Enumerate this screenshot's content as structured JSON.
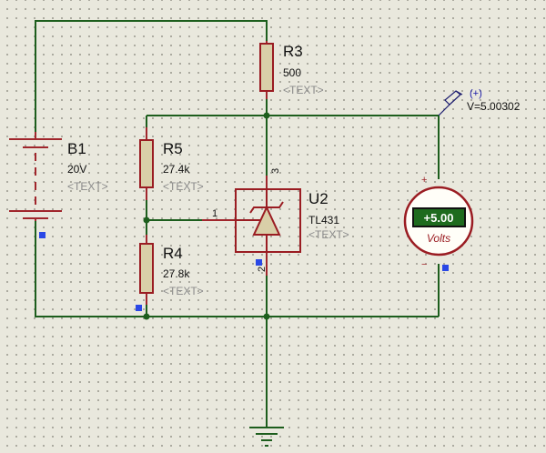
{
  "colors": {
    "wire": "#1d5e1d",
    "component_outline": "#9a1c22",
    "resistor_fill": "#d9cfa8",
    "meter_display_bg": "#1e6b1e",
    "meter_display_text": "#ffffff",
    "placeholder_text": "#8a8a8a",
    "selection_marker": "#2a48e6",
    "sheet_background": "#e9e8dd"
  },
  "components": {
    "r3": {
      "name": "R3",
      "value": "500",
      "text": "<TEXT>"
    },
    "r5": {
      "name": "R5",
      "value": "27.4k",
      "text": "<TEXT>"
    },
    "r4": {
      "name": "R4",
      "value": "27.8k",
      "text": "<TEXT>"
    },
    "b1": {
      "name": "B1",
      "value": "20V",
      "text": "<TEXT>"
    },
    "u2": {
      "name": "U2",
      "value": "TL431",
      "text": "<TEXT>",
      "pins": {
        "ref": "1",
        "anode": "2",
        "cathode": "3"
      }
    },
    "voltmeter": {
      "display": "+5.00",
      "unit": "Volts",
      "plus": "+",
      "minus": "−"
    }
  },
  "probe": {
    "polarity": "(+)",
    "reading": "V=5.00302"
  },
  "icons": [
    "battery-icon",
    "resistor-icon",
    "shunt-regulator-icon",
    "voltmeter-icon",
    "ground-icon",
    "voltage-probe-icon"
  ]
}
